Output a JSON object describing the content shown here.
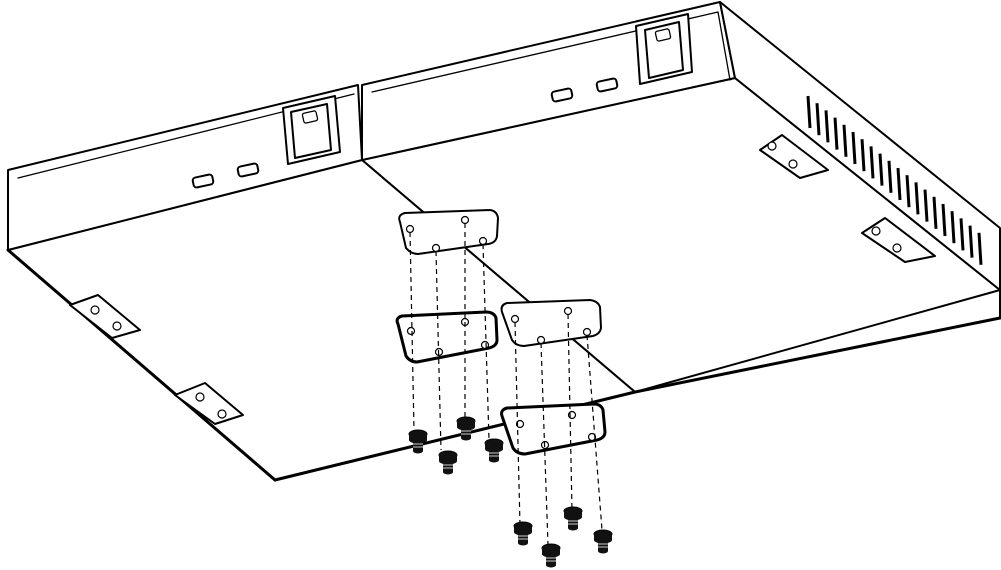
{
  "figure": {
    "kind": "assembly-diagram",
    "parts": {
      "enclosures": 2,
      "mounting_brackets": 4,
      "screws": 8
    },
    "colors": {
      "line": "#000000",
      "background": "#ffffff",
      "screw": "#111111"
    }
  }
}
